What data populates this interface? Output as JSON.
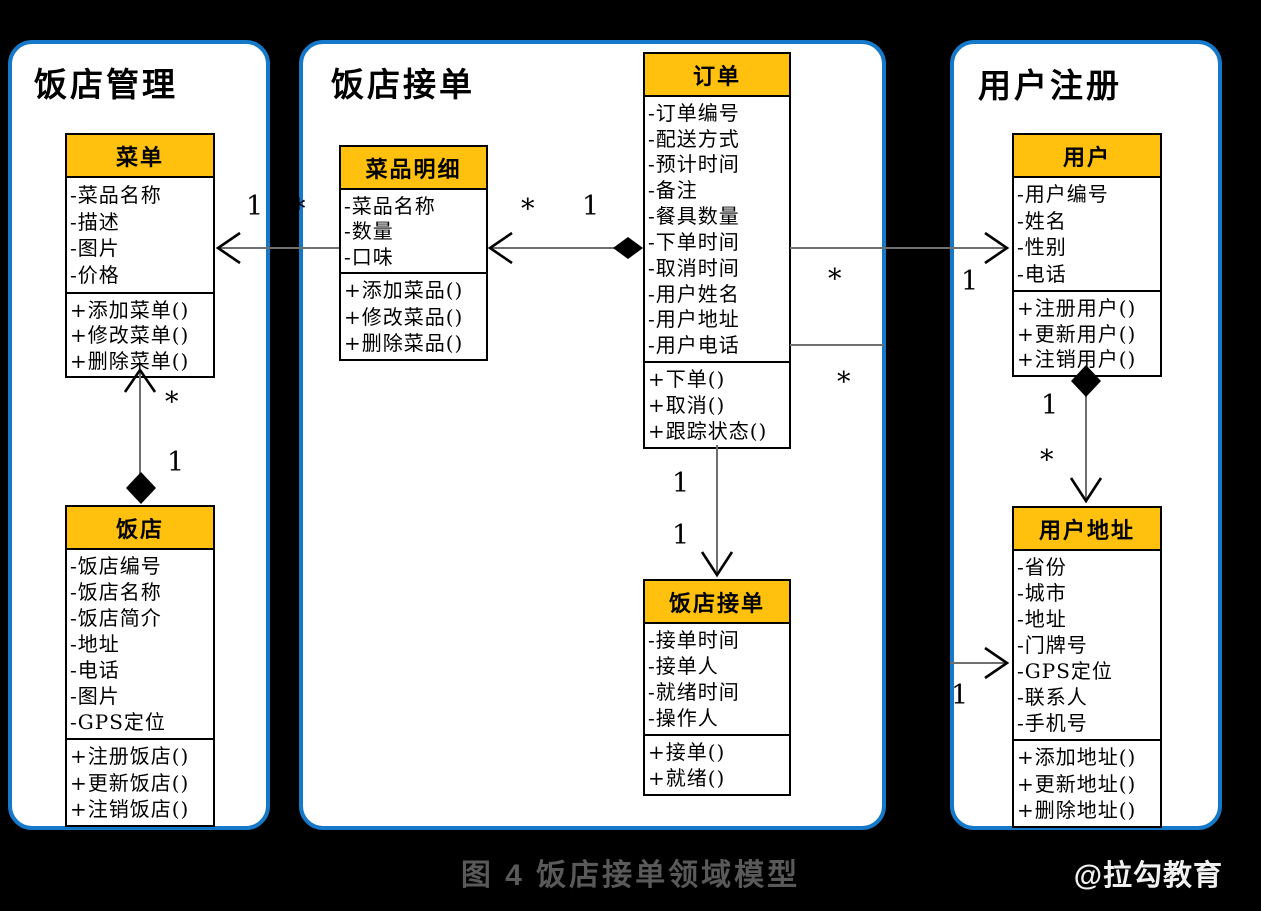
{
  "figure": {
    "caption": "图 4 饭店接单领域模型",
    "watermark": "@拉勾教育"
  },
  "colors": {
    "background": "#000000",
    "package_border": "#1678c8",
    "package_fill": "#ffffff",
    "class_header_fill": "#ffc10d",
    "class_border": "#000000",
    "connector_line": "#6f6f6f",
    "caption_text": "#595959",
    "watermark_text": "#f1f1f1"
  },
  "packages": {
    "restaurant_management": {
      "title": "饭店管理"
    },
    "restaurant_order_taking": {
      "title": "饭店接单"
    },
    "user_registration": {
      "title": "用户注册"
    }
  },
  "classes": {
    "menu": {
      "title": "菜单",
      "attributes": [
        "-菜品名称",
        "-描述",
        "-图片",
        "-价格"
      ],
      "methods": [
        "+添加菜单()",
        "+修改菜单()",
        "+删除菜单()"
      ]
    },
    "restaurant": {
      "title": "饭店",
      "attributes": [
        "-饭店编号",
        "-饭店名称",
        "-饭店简介",
        "-地址",
        "-电话",
        "-图片",
        "-GPS定位"
      ],
      "methods": [
        "+注册饭店()",
        "+更新饭店()",
        "+注销饭店()"
      ]
    },
    "dish_detail": {
      "title": "菜品明细",
      "attributes": [
        "-菜品名称",
        "-数量",
        "-口味"
      ],
      "methods": [
        "+添加菜品()",
        "+修改菜品()",
        "+删除菜品()"
      ]
    },
    "order": {
      "title": "订单",
      "attributes": [
        "-订单编号",
        "-配送方式",
        "-预计时间",
        "-备注",
        "-餐具数量",
        "-下单时间",
        "-取消时间",
        "-用户姓名",
        "-用户地址",
        "-用户电话"
      ],
      "methods": [
        "+下单()",
        "+取消()",
        "+跟踪状态()"
      ]
    },
    "order_accept": {
      "title": "饭店接单",
      "attributes": [
        "-接单时间",
        "-接单人",
        "-就绪时间",
        "-操作人"
      ],
      "methods": [
        "+接单()",
        "+就绪()"
      ]
    },
    "user": {
      "title": "用户",
      "attributes": [
        "-用户编号",
        "-姓名",
        "-性别",
        "-电话"
      ],
      "methods": [
        "+注册用户()",
        "+更新用户()",
        "+注销用户()"
      ]
    },
    "user_address": {
      "title": "用户地址",
      "attributes": [
        "-省份",
        "-城市",
        "-地址",
        "-门牌号",
        "-GPS定位",
        "-联系人",
        "-手机号"
      ],
      "methods": [
        "+添加地址()",
        "+更新地址()",
        "+删除地址()"
      ]
    }
  },
  "associations": {
    "detail_to_menu": {
      "near_menu": "1",
      "near_detail": "*"
    },
    "order_to_detail": {
      "near_detail": "*",
      "near_order": "1"
    },
    "restaurant_to_menu": {
      "near_menu": "*",
      "near_restaurant": "1"
    },
    "order_to_user": {
      "near_order": "*",
      "near_user": "1"
    },
    "order_to_address": {
      "near_order": "*",
      "near_address": "1"
    },
    "order_to_accept": {
      "upper": "1",
      "lower": "1"
    },
    "user_to_address": {
      "near_user": "1",
      "near_address": "*"
    }
  }
}
